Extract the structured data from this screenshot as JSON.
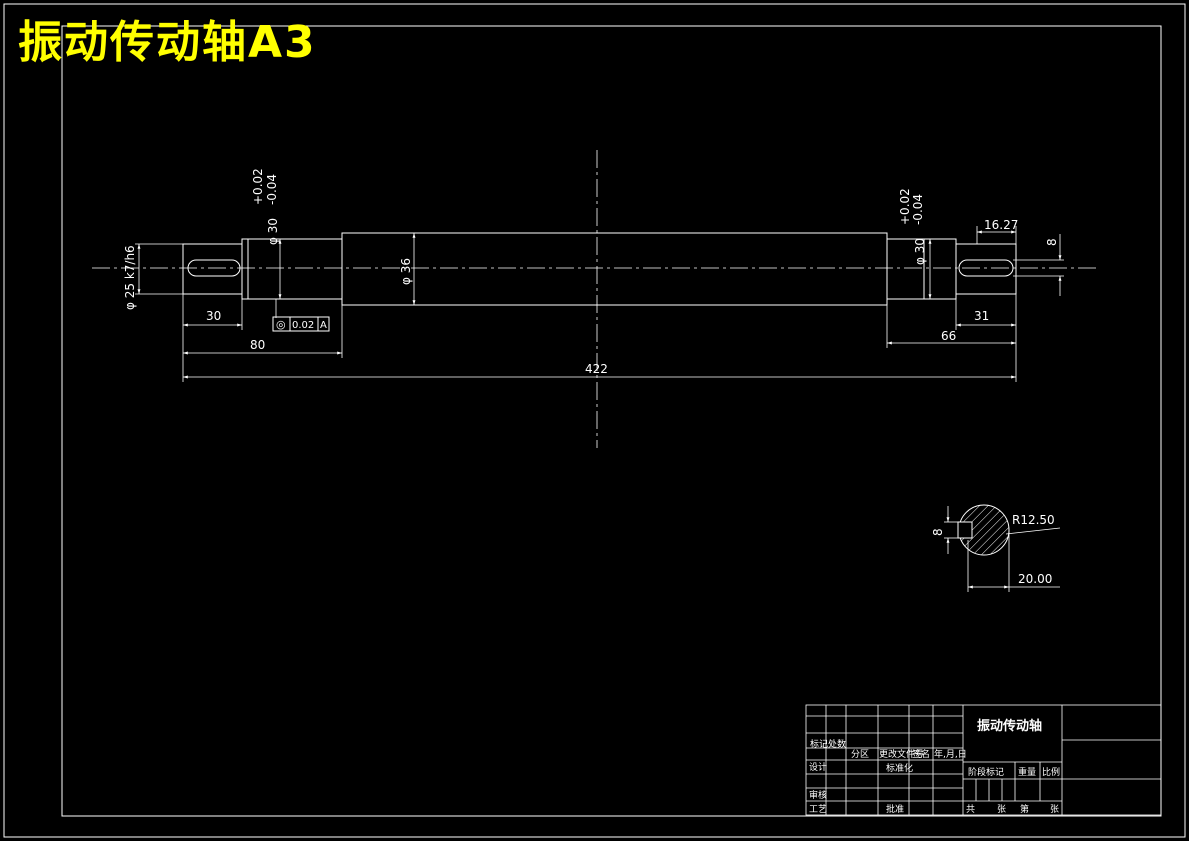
{
  "sheet_title": "振动传动轴A3",
  "dimensions": {
    "left_shaft_dia": "φ 25 k7/h6",
    "left_bearing_dia": "φ 30",
    "left_bearing_tol_upper": "+0.02",
    "left_bearing_tol_lower": "-0.04",
    "center_dia": "φ 36",
    "right_bearing_dia": "φ 30",
    "right_bearing_tol_upper": "+0.02",
    "right_bearing_tol_lower": "-0.04",
    "left_key_len": "30",
    "left_section_len": "80",
    "total_len": "422",
    "right_key_len": "31",
    "right_section_len": "66",
    "keyway_offset": "16.27",
    "keyway_width": "8",
    "section_key_width": "8",
    "section_radius": "R12.50",
    "section_depth": "20.00"
  },
  "tolerance_frame": {
    "symbol": "◎",
    "value": "0.02",
    "datum": "A"
  },
  "title_block": {
    "part_name": "振动传动轴",
    "labels": {
      "mark": "标记",
      "count": "处数",
      "zone": "分区",
      "change_doc": "更改文件号",
      "signature": "签名",
      "date": "年,月,日",
      "design": "设计",
      "standardize": "标准化",
      "review": "审核",
      "process": "工艺",
      "approve": "批准",
      "stage_mark": "阶段标记",
      "weight": "重量",
      "scale": "比例",
      "total": "共",
      "sheets": "张",
      "sheet_no": "第",
      "sheet_unit": "张"
    }
  }
}
